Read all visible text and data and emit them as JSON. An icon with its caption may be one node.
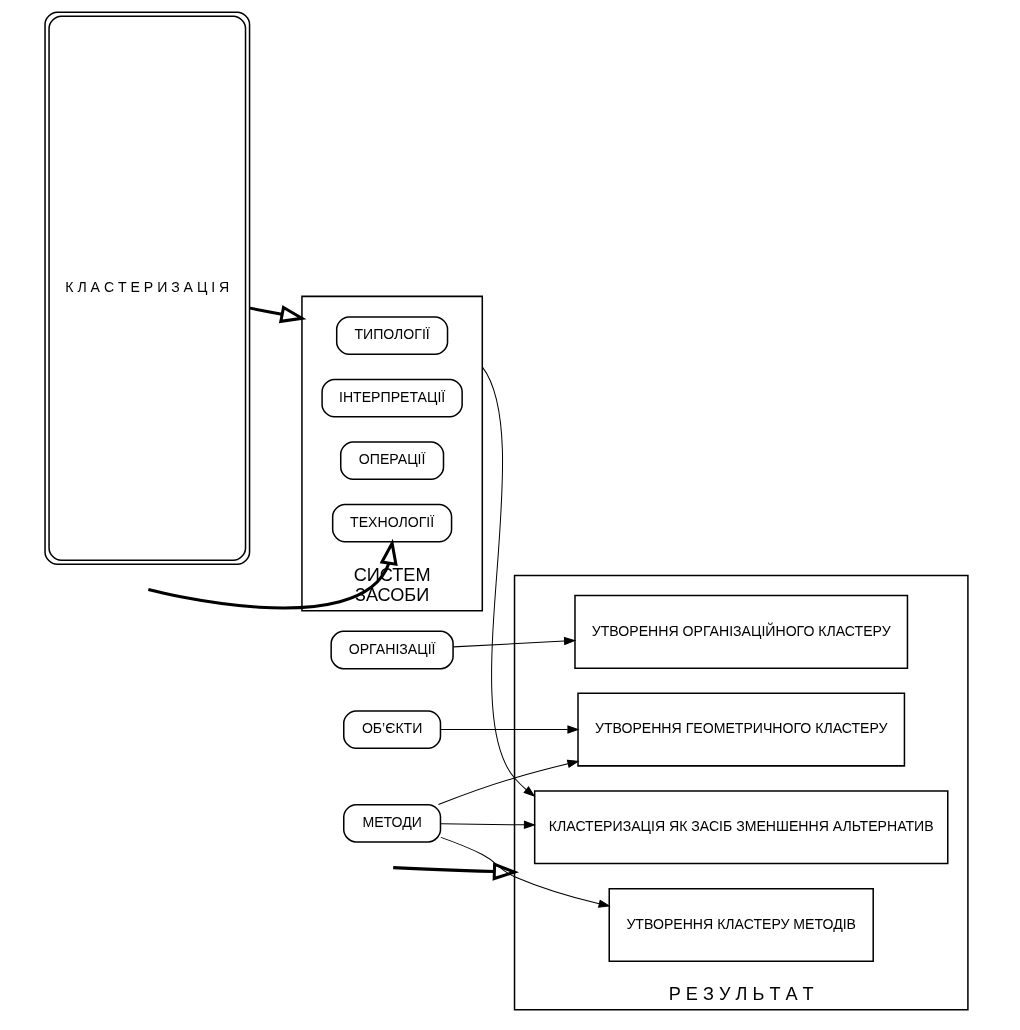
{
  "diagram": {
    "nodes": [
      {
        "text": [
          "К Л А С Т Е Р И З А Ц І Я"
        ]
      },
      {
        "text": [
          "ОРГАНІЗАЦІЇ"
        ]
      },
      {
        "text": [
          "ОБ’ЄКТИ"
        ]
      },
      {
        "text": [
          "МЕТОДИ"
        ]
      },
      {
        "text": [
          "СИСТЕМ",
          "ЗАСОБИ"
        ]
      },
      {
        "text": [
          "ТИПОЛОГІЇ"
        ],
        "in": 4
      },
      {
        "text": [
          "ІНТЕРПРЕТАЦІЇ"
        ],
        "in": 4
      },
      {
        "text": [
          "ОПЕРАЦІЇ"
        ],
        "in": 4
      },
      {
        "text": [
          "ТЕХНОЛОГІЇ"
        ],
        "in": 4
      },
      {
        "text": [
          "Р Е З У Л Ь Т А Т"
        ]
      },
      {
        "text": [
          "УТВОРЕННЯ ОРГАНІЗАЦІЙНОГО КЛАСТЕРУ"
        ],
        "in": 9
      },
      {
        "text": [
          "УТВОРЕННЯ ГЕОМЕТРИЧНОГО КЛАСТЕРУ"
        ],
        "in": 9
      },
      {
        "text": [
          "УТВОРЕННЯ КЛАСТЕРУ МЕТОДІВ"
        ],
        "in": 9
      },
      {
        "text": [
          "КЛАСТЕРИЗАЦІЯ ЯК ЗАСІБ ЗМЕНШЕННЯ АЛЬТЕРНАТИВ"
        ],
        "in": 9
      }
    ],
    "edges": [
      {
        "from": 0,
        "to": 4,
        "arrow": "to",
        "style": "thick"
      },
      {
        "from": 1,
        "to": 10,
        "arrow": "to"
      },
      {
        "from": 2,
        "to": 11,
        "arrow": "to"
      },
      {
        "from": 3,
        "to": 11,
        "arrow": "to"
      },
      {
        "from": 3,
        "to": 12,
        "arrow": "to"
      },
      {
        "from": 3,
        "to": 13,
        "arrow": "to"
      },
      {
        "from": 4,
        "to": 13,
        "arrow": "to"
      },
      {
        "from": null,
        "to": 8,
        "arrow": "to",
        "style": "thick"
      },
      {
        "from": null,
        "to": 9,
        "arrow": "to",
        "style": "thick"
      }
    ]
  }
}
